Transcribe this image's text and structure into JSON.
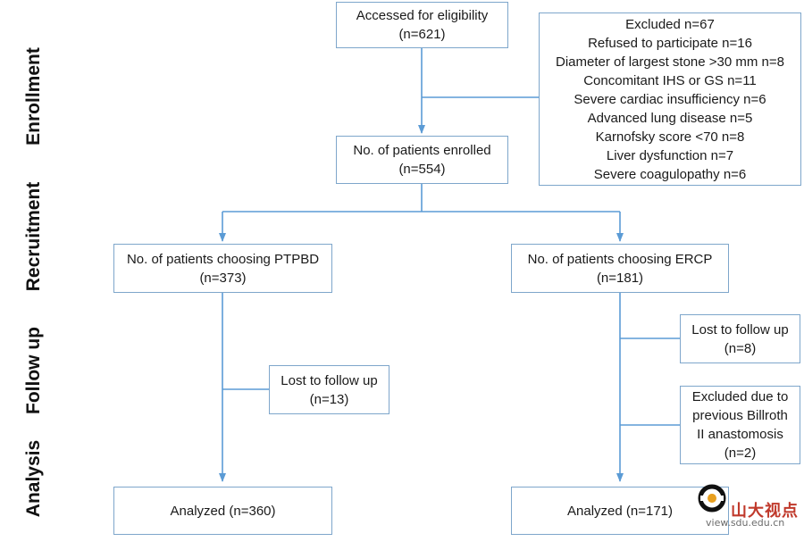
{
  "stages": {
    "enrollment": "Enrollment",
    "recruitment": "Recruitment",
    "follow_up": "Follow up",
    "analysis": "Analysis"
  },
  "boxes": {
    "eligibility": [
      "Accessed for eligibility",
      "(n=621)"
    ],
    "excluded": [
      "Excluded n=67",
      "Refused to participate n=16",
      "Diameter of largest stone >30 mm n=8",
      "Concomitant IHS or GS n=11",
      "Severe cardiac insufficiency n=6",
      "Advanced lung disease n=5",
      "Karnofsky score <70 n=8",
      "Liver dysfunction n=7",
      "Severe coagulopathy n=6"
    ],
    "enrolled": [
      "No. of patients enrolled",
      "(n=554)"
    ],
    "ptpbd": [
      "No. of patients choosing PTPBD",
      "(n=373)"
    ],
    "ercp": [
      "No. of patients choosing ERCP",
      "(n=181)"
    ],
    "lost_ptpbd": [
      "Lost to follow up",
      "(n=13)"
    ],
    "lost_ercp": [
      "Lost to follow up",
      "(n=8)"
    ],
    "excluded_billroth": [
      "Excluded due to",
      "previous Billroth",
      "II anastomosis",
      "(n=2)"
    ],
    "analyzed_ptpbd": [
      "Analyzed (n=360)"
    ],
    "analyzed_ercp": [
      "Analyzed (n=171)"
    ]
  },
  "colors": {
    "box_border": "#7ea6cb",
    "connector": "#5b9bd5"
  },
  "watermark": {
    "text": "山大视点",
    "url": "view.sdu.edu.cn"
  }
}
